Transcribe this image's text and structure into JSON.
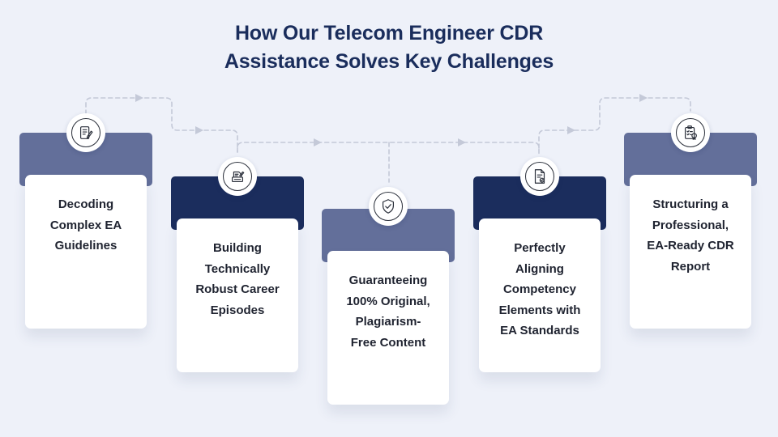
{
  "title": {
    "line1": "How Our Telecom Engineer CDR",
    "line2": "Assistance Solves Key Challenges"
  },
  "colors": {
    "background": "#eef1f9",
    "title": "#1a2d5c",
    "tab_light": "#636f9a",
    "tab_dark": "#1b2d5d",
    "card": "#ffffff",
    "connector": "#c4c9d8"
  },
  "steps": [
    {
      "label_lines": [
        "Decoding",
        "Complex EA",
        "Guidelines"
      ],
      "icon": "checklist-pencil-icon",
      "tab_style": "light"
    },
    {
      "label_lines": [
        "Building",
        "Technically",
        "Robust Career",
        "Episodes"
      ],
      "icon": "document-stack-pen-icon",
      "tab_style": "dark"
    },
    {
      "label_lines": [
        "Guaranteeing",
        "100% Original,",
        "Plagiarism-",
        "Free Content"
      ],
      "icon": "shield-check-icon",
      "tab_style": "light"
    },
    {
      "label_lines": [
        "Perfectly",
        "Aligning",
        "Competency",
        "Elements with",
        "EA Standards"
      ],
      "icon": "document-check-icon",
      "tab_style": "dark"
    },
    {
      "label_lines": [
        "Structuring a",
        "Professional,",
        "EA-Ready CDR",
        "Report"
      ],
      "icon": "clipboard-badge-icon",
      "tab_style": "light"
    }
  ]
}
